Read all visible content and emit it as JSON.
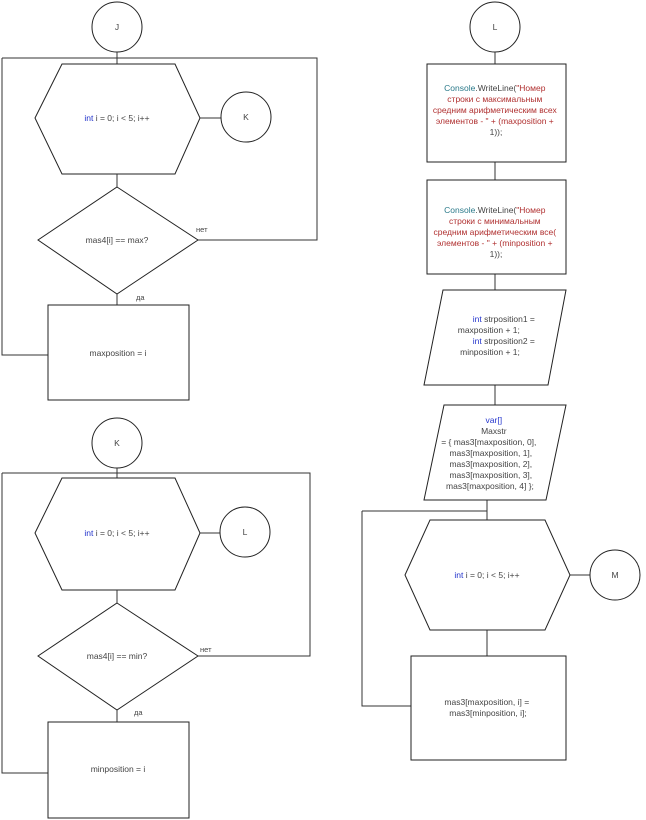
{
  "left_top": {
    "connector_in": "J",
    "loop_kw": "int",
    "loop_rest": " i = 0; i < 5; i++",
    "connector_out": "K",
    "condition": "mas4[i] == max?",
    "no": "нет",
    "yes": "да",
    "action": "maxposition = i"
  },
  "left_bottom": {
    "connector_in": "K",
    "loop_kw": "int",
    "loop_rest": " i = 0; i < 5; i++",
    "connector_out": "L",
    "condition": "mas4[i] == min?",
    "no": "нет",
    "yes": "да",
    "action": "minposition = i"
  },
  "right": {
    "connector_in": "L",
    "print_max": {
      "cls": "Console",
      "method": ".WriteLine(",
      "l1": "\"Номер",
      "l2": "строки с максимальным",
      "l3": "средним арифметическим всех",
      "l4": "элементов - \" + (maxposition +",
      "l5": "1));"
    },
    "print_min": {
      "cls": "Console",
      "method": ".WriteLine(",
      "l1": "\"Номер",
      "l2": "строки с минимальным",
      "l3": "средним арифметическим все(",
      "l4": "элементов - \" + (minposition +",
      "l5": "1));"
    },
    "assign": {
      "kw1": "int",
      "l1": " strposition1 =",
      "l2": "maxposition + 1;",
      "kw2": "int",
      "l3": " strposition2 =",
      "l4": "minposition + 1;"
    },
    "array": {
      "kw": "var[]",
      "l1": "Maxstr",
      "l2": "= { mas3[maxposition, 0],",
      "l3": "mas3[maxposition, 1],",
      "l4": "mas3[maxposition, 2],",
      "l5": "mas3[maxposition, 3],",
      "l6": "mas3[maxposition, 4] };"
    },
    "loop_kw": "int",
    "loop_rest": " i = 0; i < 5; i++",
    "connector_out": "M",
    "action_l1": "mas3[maxposition, i] =",
    "action_l2": "mas3[minposition, i];"
  }
}
